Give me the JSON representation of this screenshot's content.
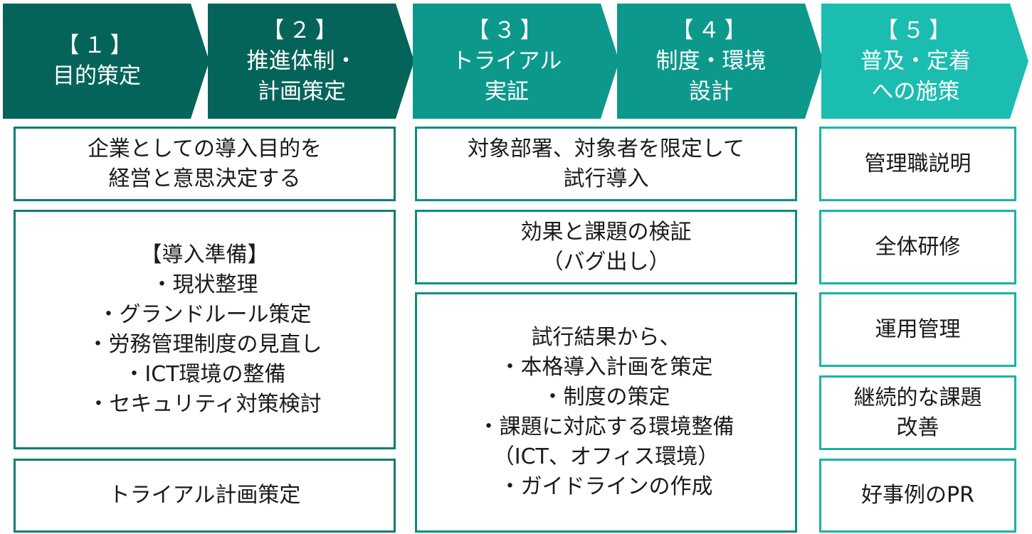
{
  "stages": [
    {
      "num": "【１】",
      "title": [
        "目的策定"
      ]
    },
    {
      "num": "【２】",
      "title": [
        "推進体制・",
        "計画策定"
      ]
    },
    {
      "num": "【３】",
      "title": [
        "トライアル",
        "実証"
      ]
    },
    {
      "num": "【４】",
      "title": [
        "制度・環境",
        "設計"
      ]
    },
    {
      "num": "【５】",
      "title": [
        "普及・定着",
        "への施策"
      ]
    }
  ],
  "col12": {
    "box1": [
      "企業としての導入目的を",
      "経営と意思決定する"
    ],
    "box2": [
      "【導入準備】",
      "・現状整理",
      "・グランドルール策定",
      "・労務管理制度の見直し",
      "・ICT環境の整備",
      "・セキュリティ対策検討"
    ],
    "box3": [
      "トライアル計画策定"
    ]
  },
  "col34": {
    "box1": [
      "対象部署、対象者を限定して",
      "試行導入"
    ],
    "box2": [
      "効果と課題の検証",
      "（バグ出し）"
    ],
    "box3": [
      "試行結果から、",
      "・本格導入計画を策定",
      "・制度の策定",
      "・課題に対応する環境整備",
      "（ICT、オフィス環境）",
      "・ガイドラインの作成"
    ]
  },
  "col5": {
    "box1": [
      "管理職説明"
    ],
    "box2": [
      "全体研修"
    ],
    "box3": [
      "運用管理"
    ],
    "box4": [
      "継続的な課題",
      "改善"
    ],
    "box5": [
      "好事例のPR"
    ]
  },
  "colors": {
    "stage_dark": "#046459",
    "stage_mid": "#0c998c",
    "stage_light": "#1bbdb1",
    "box_border": "#0a7e72"
  }
}
